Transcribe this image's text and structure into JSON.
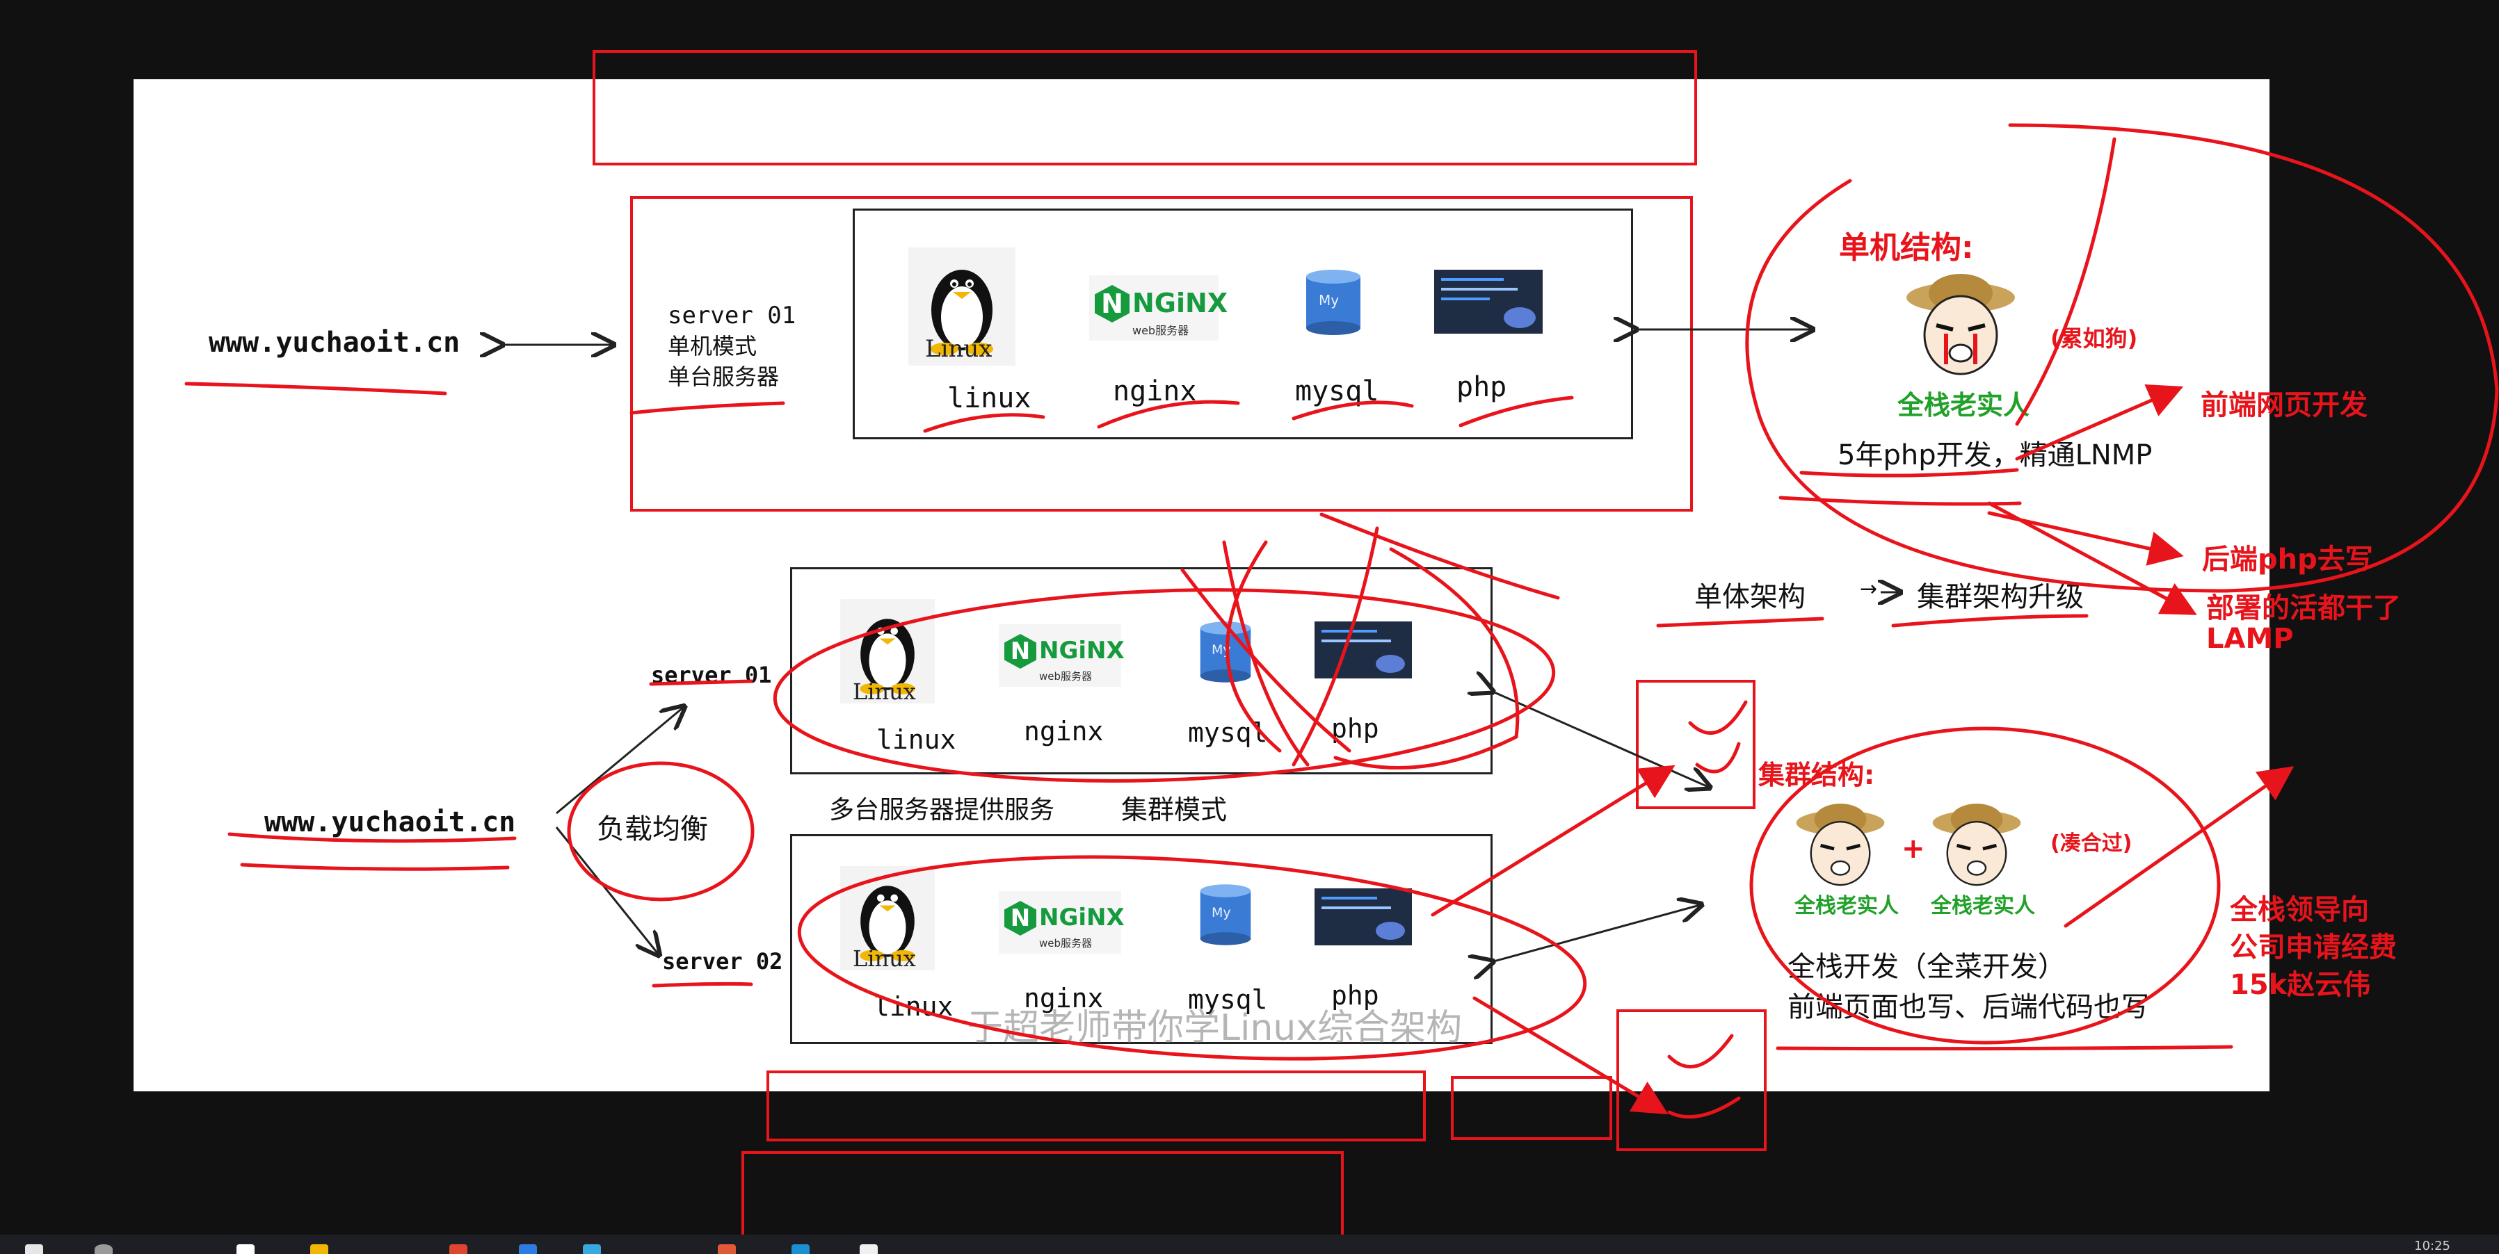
{
  "diagram": {
    "top_row": {
      "domain": "www.yuchaoit.cn",
      "server_lines": [
        "server 01",
        "单机模式",
        "单台服务器"
      ],
      "stack": [
        {
          "icon": "linux-tux-icon",
          "logo_text": "Linux",
          "label": "linux"
        },
        {
          "icon": "nginx-logo-icon",
          "logo_text": "NGiNX",
          "sub": "web服务器",
          "label": "nginx"
        },
        {
          "icon": "mysql-cylinder-icon",
          "logo_text": "My",
          "label": "mysql"
        },
        {
          "icon": "php-screen-icon",
          "label": "php"
        }
      ]
    },
    "cluster": {
      "domain": "www.yuchaoit.cn",
      "balancer": "负载均衡",
      "server1": "server 01",
      "server2": "server 02",
      "caption_left": "多台服务器提供服务",
      "caption_right": "集群模式",
      "stack1": [
        {
          "logo_text": "Linux",
          "label": "linux"
        },
        {
          "logo_text": "NGiNX",
          "sub": "web服务器",
          "label": "nginx"
        },
        {
          "logo_text": "My",
          "label": "mysql"
        },
        {
          "label": "php"
        }
      ],
      "stack2": [
        {
          "logo_text": "Linux",
          "label": "linux"
        },
        {
          "logo_text": "NGiNX",
          "sub": "web服务器",
          "label": "nginx"
        },
        {
          "logo_text": "My",
          "label": "mysql"
        },
        {
          "label": "php"
        }
      ]
    },
    "arch_upgrade": {
      "from": "单体架构",
      "arrow": "→",
      "to": "集群架构升级"
    },
    "watermark": "于超老师带你学Linux综合架构"
  },
  "annotations": {
    "single_title": "单机结构:",
    "single_face_label": "全栈老实人",
    "single_note": "(累如狗)",
    "single_desc": "5年php开发，精通LNMP",
    "side_notes": [
      "前端网页开发",
      "后端php去写",
      "部署的活都干了",
      "LAMP"
    ],
    "cluster_title": "集群结构:",
    "cluster_face_label_1": "全栈老实人",
    "cluster_plus": "+",
    "cluster_face_label_2": "全栈老实人",
    "cluster_note": "(凑合过)",
    "cluster_desc_1": "全栈开发（全菜开发）",
    "cluster_desc_2": "前端页面也写、后端代码也写",
    "leader_note": [
      "全栈领导向",
      "公司申请经费",
      "15k赵云伟"
    ]
  },
  "taskbar": {
    "time": "10:25"
  },
  "colors": {
    "annotation_red": "#e8141b",
    "label_green": "#22a12a",
    "background": "#111111",
    "slide": "#ffffff"
  }
}
